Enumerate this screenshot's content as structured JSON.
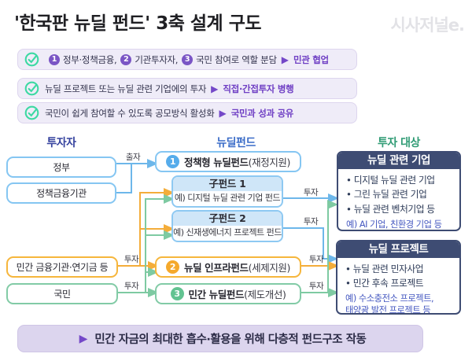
{
  "title": "'한국판 뉴딜 펀드' 3축 설계 구도",
  "logo": "시사저널e.",
  "checklist": [
    {
      "items": [
        {
          "badge": "1",
          "text": "정부·정책금융,"
        },
        {
          "badge": "2",
          "text": "기관투자자,"
        },
        {
          "badge": "3",
          "text": "국민 참여로 역할 분담"
        }
      ],
      "arrow": "▶",
      "highlight": "민관 협업"
    },
    {
      "text": "뉴딜 프로젝트 또는 뉴딜 관련 기업에의 투자",
      "arrow": "▶",
      "highlight": "직접·간접투자 병행"
    },
    {
      "text": "국민이 쉽게 참여할 수 있도록 공모방식 활성화",
      "arrow": "▶",
      "highlight": "국민과 성과 공유"
    }
  ],
  "columns": {
    "investors": "투자자",
    "funds": "뉴딜펀드",
    "targets": "투자 대상"
  },
  "investors": [
    {
      "label": "정부"
    },
    {
      "label": "정책금융기관"
    },
    {
      "label": "민간 금융기관·연기금 등"
    },
    {
      "label": "국민"
    }
  ],
  "funds": {
    "policy": {
      "num": "1",
      "bold": "정책형 뉴딜펀드",
      "normal": "(재정지원)"
    },
    "sub1": {
      "title": "子펀드 1",
      "example": "예) 디지털 뉴딜 관련 기업 펀드"
    },
    "sub2": {
      "title": "子펀드 2",
      "example": "예) 신재생에너지 프로젝트 펀드"
    },
    "infra": {
      "num": "2",
      "bold": "뉴딜 인프라펀드",
      "normal": "(세제지원)"
    },
    "private": {
      "num": "3",
      "bold": "민간 뉴딜펀드",
      "normal": "(제도개선)"
    }
  },
  "targets": {
    "companies": {
      "title": "뉴딜 관련 기업",
      "bullets": [
        "디지털 뉴딜 관련 기업",
        "그린 뉴딜 관련 기업",
        "뉴딜 관련 벤처기업 등"
      ],
      "example": "예) AI 기업, 친환경 기업 등"
    },
    "projects": {
      "title": "뉴딜 프로젝트",
      "bullets": [
        "뉴딜 관련 민자사업",
        "민간 후속 프로젝트"
      ],
      "example": "예) 수소충전소 프로젝트,",
      "example2": "태양광 발전 프로젝트 등"
    }
  },
  "edge_labels": {
    "chulja": "출자",
    "tuja": "투자"
  },
  "footer": {
    "arrow": "▶",
    "text": "민간 자금의 최대한 흡수·활용을 위해 다층적 펀드구조 작동"
  },
  "colors": {
    "accent_purple": "#7a55c5",
    "line_blue": "#6db7ea",
    "line_yellow": "#f4ad3a",
    "line_green": "#7ecaa2",
    "navy_header": "#3e4c73",
    "mint_check": "#3dd9a3"
  }
}
